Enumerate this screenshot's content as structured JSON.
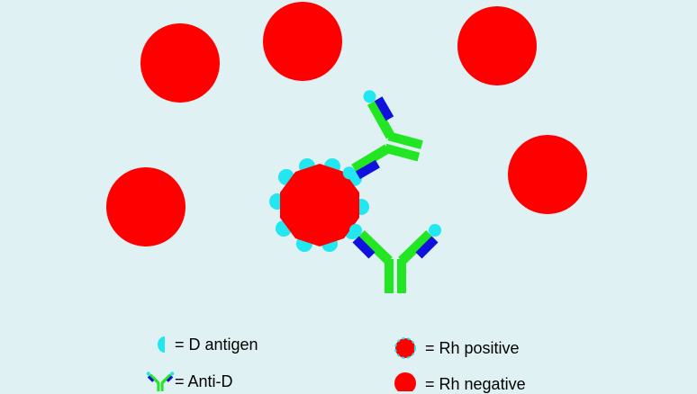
{
  "colors": {
    "background": "#dff1f3",
    "cell": "#ff0000",
    "antigen": "#22e6f0",
    "heavy_chain": "#22e622",
    "light_chain": "#1111dd"
  },
  "legend": {
    "antigen": "= D antigen",
    "anti_d": "= Anti-D",
    "rh_positive": "= Rh positive",
    "rh_negative": "= Rh negative"
  }
}
